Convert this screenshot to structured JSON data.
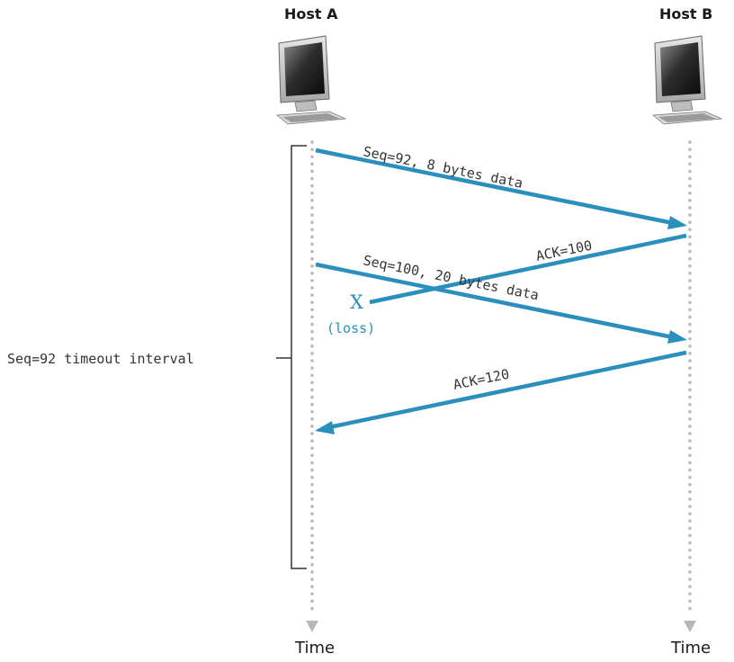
{
  "hosts": {
    "a": {
      "label": "Host A",
      "time_label": "Time"
    },
    "b": {
      "label": "Host B",
      "time_label": "Time"
    }
  },
  "messages": {
    "seq92": "Seq=92, 8 bytes data",
    "ack100": "ACK=100",
    "seq100": "Seq=100, 20 bytes data",
    "ack120": "ACK=120"
  },
  "loss": {
    "mark": "X",
    "label": "(loss)"
  },
  "timeout": {
    "label": "Seq=92 timeout interval"
  },
  "colors": {
    "arrow": "#2a8fbd",
    "loss": "#2a8fbd",
    "timeline_dots": "#b8b8b8",
    "text": "#333333"
  },
  "icons": {
    "computer": "desktop-computer-icon",
    "timeline_arrow": "arrow-down-icon"
  }
}
